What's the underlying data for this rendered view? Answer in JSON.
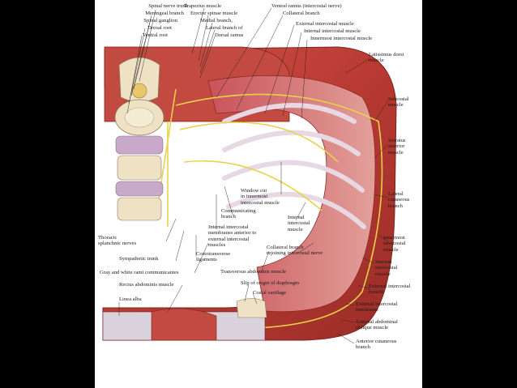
{
  "colors": {
    "background": "#000000",
    "page": "#ffffff",
    "muscle": "#c8433a",
    "muscle_dark": "#8e2a24",
    "bone": "#efe2c4",
    "nerve": "#e8d24a",
    "fascia": "#d9d2dc",
    "leader": "#222222"
  },
  "labels": {
    "spinal_nerve_trunk": "Spinal nerve trunk",
    "meningeal_branch": "Meningeal branch",
    "spinal_ganglion": "Spinal ganglion",
    "dorsal_root": "Dorsal root",
    "ventral_root": "Ventral root",
    "trapezius": "Trapezius muscle",
    "erector_spinae": "Erector spinae muscle",
    "medial_branch": "Medial branch,",
    "lateral_branch": "Lateral branch of",
    "dorsal_ramus": "Dorsal ramus",
    "ventral_ramus": "Ventral ramus (intercostal nerve)",
    "collateral_branch": "Collateral branch",
    "external_intercostal_top": "External intercostal muscle",
    "internal_intercostal_top": "Internal intercostal muscle",
    "innermost_intercostal_top": "Innermost intercostal muscle",
    "latissimus_dorsi": "Latissimus dorsi\nmuscle",
    "subcostal": "Subcostal\nmuscle",
    "serratus_anterior": "Serratus\nanterior\nmuscle",
    "window_cut": "Window cut\nin innermost\nintercostal muscle",
    "lateral_cutaneous": "Lateral\ncutaneous\nbranch",
    "communicating_branch": "Communicating\nbranch",
    "internal_intercostal_mid": "Internal\nintercostal\nmuscle",
    "internal_intercostal_membranes": "Internal intercostal\nmembranes anterior to\nexternal intercostal\nmuscles",
    "thoracic_splanchnic": "Thoracic\nsplanchnic nerves",
    "innermost_intercostal_right": "Innermost\nintercostal\nmuscle",
    "collateral_rejoining": "Collateral branch\nrejoining intercostal nerve",
    "sympathetic_trunk": "Sympathetic trunk",
    "costotransverse": "Costotransverse\nligaments",
    "internal_intercostal_right": "Internal\nintercostal\nmuscle",
    "gray_white_rami": "Gray and white rami communicantes",
    "transversus_abdominis": "Transversus abdominis muscle",
    "rectus_abdominis": "Rectus abdominis muscle",
    "slip_diaphragm": "Slip of origin of diaphragm",
    "external_intercostal_right": "External intercostal\nmuscle",
    "linea_alba": "Linea alba",
    "costal_cartilage": "Costal cartilage",
    "external_intercostal_membrane": "External intercostal\nmembrane",
    "external_abdominal_oblique": "External abdominal\noblique muscle",
    "anterior_cutaneous": "Anterior cutaneous\nbranch"
  }
}
